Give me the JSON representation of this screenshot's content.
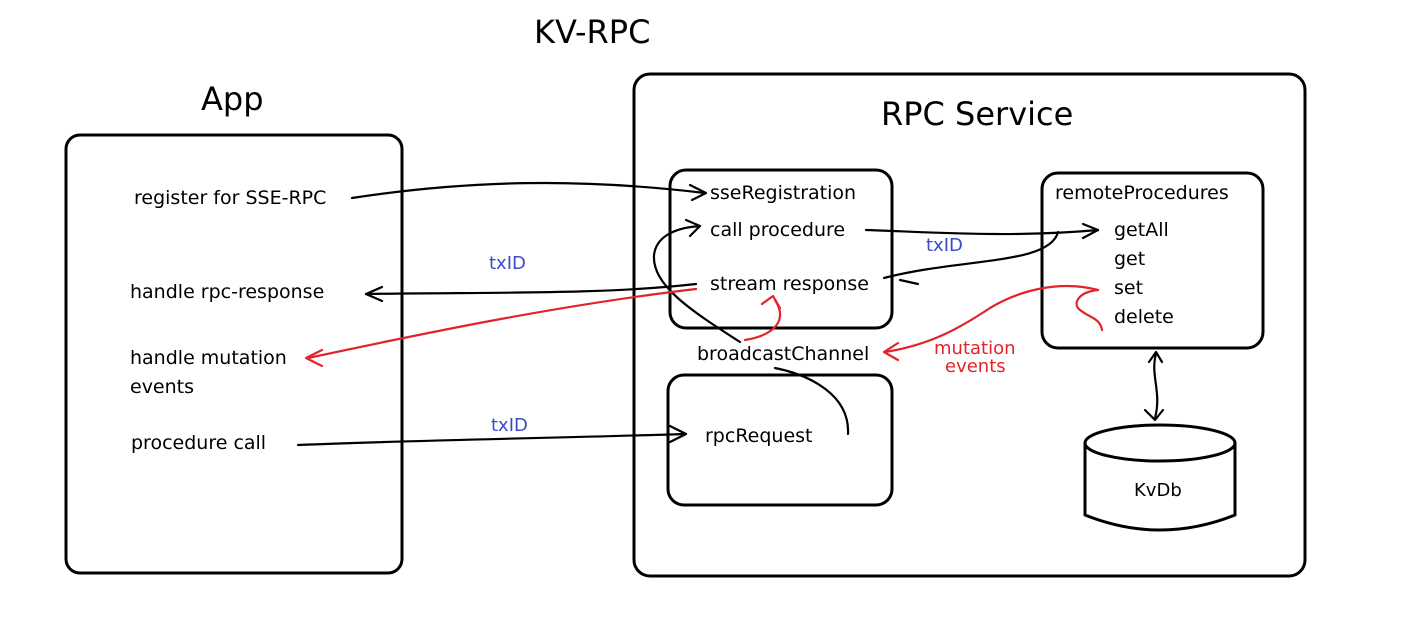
{
  "title": "KV-RPC",
  "app": {
    "title": "App",
    "items": [
      "register for SSE-RPC",
      "handle rpc-response",
      "handle mutation",
      "events",
      "procedure call"
    ]
  },
  "service": {
    "title": "RPC Service",
    "channel_box": [
      "sseRegistration",
      "call procedure",
      "stream response"
    ],
    "broadcast": "broadcastChannel",
    "request": "rpcRequest",
    "procedures": {
      "title": "remoteProcedures",
      "items": [
        "getAll",
        "get",
        "set",
        "delete"
      ]
    },
    "db": "KvDb"
  },
  "labels": {
    "txid_response": "txID",
    "txid_call": "txID",
    "txid_request": "txID",
    "mutation_1": "mutation",
    "mutation_2": "events"
  },
  "colors": {
    "ink": "#000000",
    "blue": "#3b4bc8",
    "red": "#e0242a"
  }
}
